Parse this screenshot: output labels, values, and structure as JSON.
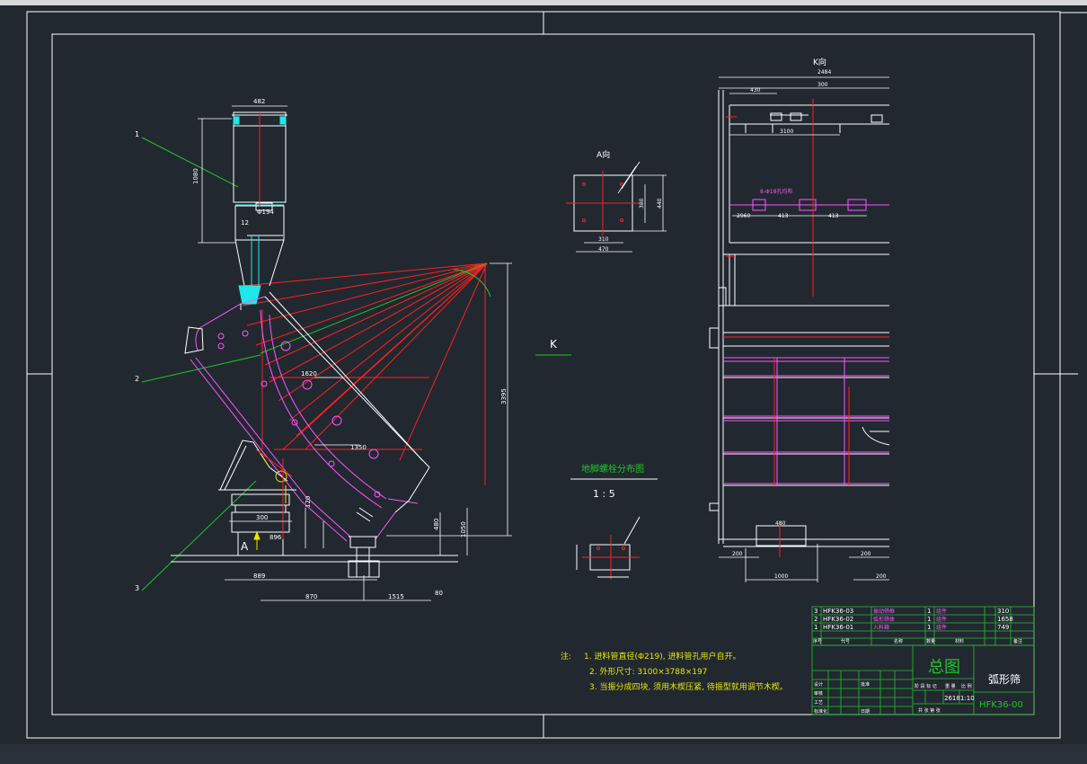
{
  "colors": {
    "background": "#212830",
    "frame": "#ffffff",
    "structure": "#ffffff",
    "magenta": "#ff55ff",
    "red": "#ff2020",
    "green": "#22c42a",
    "cyan": "#1ee8e8",
    "yellow": "#e8e800",
    "title_text": "#2ad43a"
  },
  "views": {
    "main": {
      "callouts": [
        "1",
        "2",
        "3"
      ],
      "section_arrow": "A",
      "dims": {
        "top_width": "482",
        "hopper_height": "1080",
        "small1": "12",
        "inner": "Φ194",
        "arc_width": "1620",
        "height_right": "3395",
        "mid": "1350",
        "bottom_left": "300",
        "bottom_a": "889",
        "base1": "870",
        "base2": "1515",
        "base3": "896",
        "v1": "1050",
        "v2": "480",
        "v3": "120",
        "foot": "80"
      }
    },
    "k_arrow": "K",
    "view_a": {
      "title": "A向",
      "dims": {
        "w1": "310",
        "w2": "470",
        "h1": "380",
        "h2": "440"
      }
    },
    "bolt_layout": {
      "title": "地脚螺栓分布图",
      "scale": "1 : 5"
    },
    "view_k": {
      "title": "K向",
      "dims": {
        "top_total": "2484",
        "left": "430",
        "label": "300",
        "mid": "3100",
        "pipe": "8-Φ18孔均布",
        "s1": "2960",
        "s2": "413",
        "s3": "413",
        "base_a": "480",
        "base_b": "200",
        "base_c": "1000",
        "r1": "200",
        "r2": "200"
      }
    }
  },
  "notes": {
    "label": "注:",
    "items": [
      "1. 进料管直径(Φ219), 进料管孔用户自开。",
      "2. 外形尺寸: 3100×3788×197",
      "3. 当振分成四块, 须用木楔压紧, 待振型就用调节木楔。"
    ]
  },
  "parts_table": {
    "rows": [
      {
        "no": "3",
        "code": "HFK36-03",
        "name": "振动筛框",
        "qty": "1",
        "mat": "组件",
        "weight": "310"
      },
      {
        "no": "2",
        "code": "HFK36-02",
        "name": "弧形筛体",
        "qty": "1",
        "mat": "组件",
        "weight": "1658"
      },
      {
        "no": "1",
        "code": "HFK36-01",
        "name": "入料箱",
        "qty": "1",
        "mat": "组件",
        "weight": "749"
      }
    ],
    "header": [
      "序号",
      "代号",
      "名称",
      "数量",
      "材料",
      "备注"
    ]
  },
  "title_block": {
    "drawing_name": "总图",
    "product": "弧形筛",
    "drawing_no": "HFK36-00",
    "weight": "2618",
    "scale": "1:10",
    "labels": [
      "设计",
      "审核",
      "工艺",
      "标准化",
      "批准",
      "日期"
    ],
    "sub_labels": [
      "阶 段 标 记",
      "重 量",
      "比 例"
    ],
    "sheet": "共 张 第 张"
  }
}
